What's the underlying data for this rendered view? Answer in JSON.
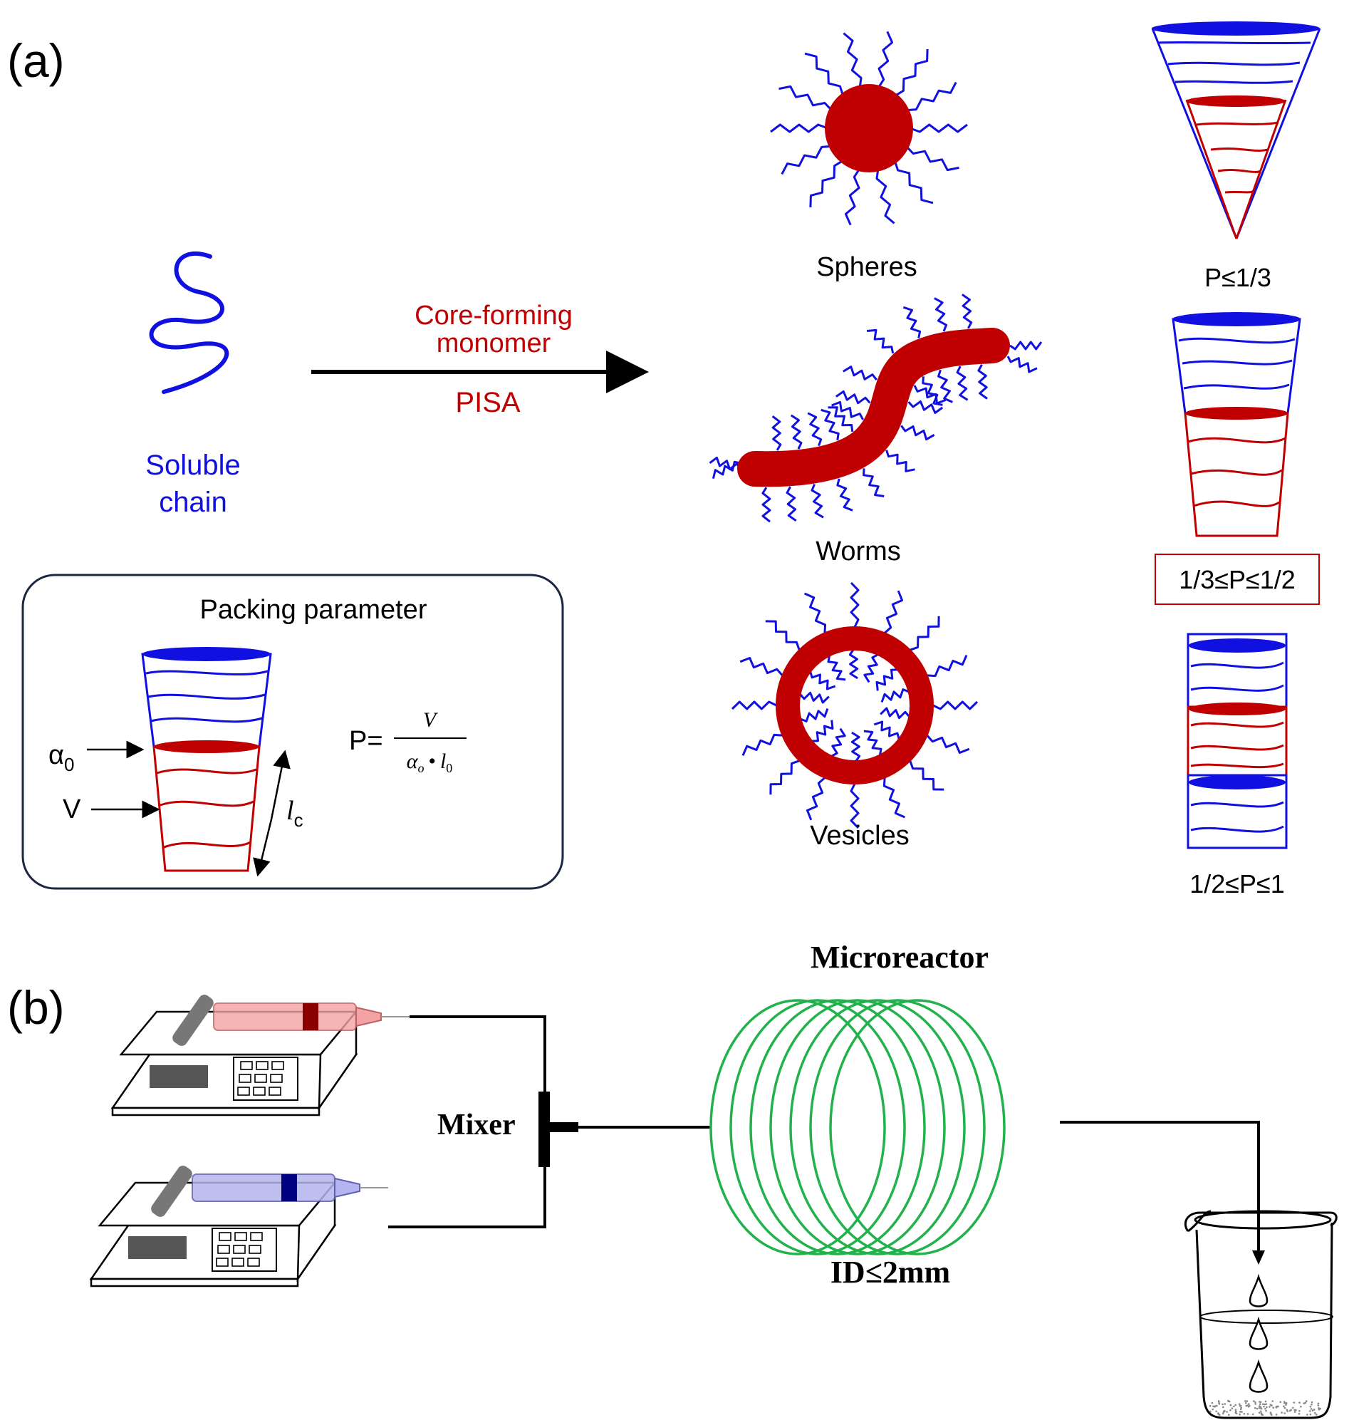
{
  "panel_a": {
    "label": "(a)",
    "soluble_chain": {
      "line1": "Soluble",
      "line2": "chain"
    },
    "arrow": {
      "above_line1": "Core-forming",
      "above_line2": "monomer",
      "below": "PISA"
    },
    "morphologies": {
      "spheres": "Spheres",
      "worms": "Worms",
      "vesicles": "Vesicles"
    },
    "packing_ranges": {
      "spheres": "P≤1/3",
      "worms": "1/3≤P≤1/2",
      "vesicles": "1/2≤P≤1"
    },
    "packing_box": {
      "title": "Packing parameter",
      "alpha_label": "α",
      "alpha_sub": "0",
      "v_label": "V",
      "l_label": "l",
      "l_sub": "c",
      "formula_lhs": "P=",
      "formula_numerator": "V",
      "formula_denominator_alpha": "α",
      "formula_denominator_alpha_sub": "o",
      "formula_denominator_dot": "•",
      "formula_denominator_l": "l",
      "formula_denominator_l_sub": "0"
    }
  },
  "panel_b": {
    "label": "(b)",
    "mixer": "Mixer",
    "microreactor": "Microreactor",
    "inner_diameter": "ID≤2mm"
  },
  "colors": {
    "blue": "#1010e0",
    "red": "#c00000",
    "green": "#22b24c",
    "black": "#000000",
    "pump_screen": "#555555",
    "syringe_pink": "#f3a3a3",
    "syringe_lilac": "#b4b4ee"
  }
}
